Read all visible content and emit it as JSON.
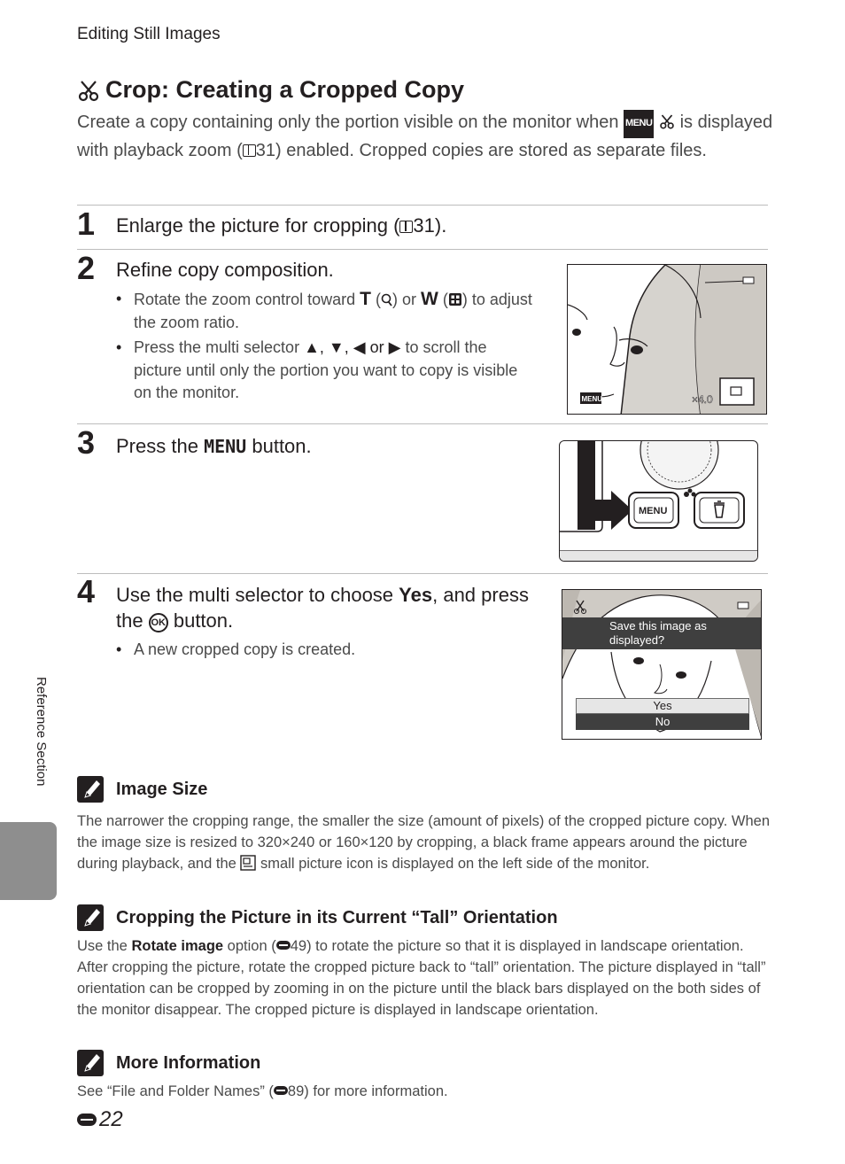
{
  "header": {
    "section": "Editing Still Images"
  },
  "title": "Crop: Creating a Cropped Copy",
  "intro": {
    "part1": "Create a copy containing only the portion visible on the monitor when",
    "part2": "is displayed with playback zoom (",
    "ref1": "31) enabled. Cropped copies are stored as separate files."
  },
  "steps": [
    {
      "num": "1",
      "text_a": "Enlarge the picture for cropping (",
      "text_b": "31)."
    },
    {
      "num": "2",
      "text": "Refine copy composition.",
      "bullets": [
        {
          "a": "Rotate the zoom control toward",
          "t": "T",
          "b": "(",
          "c": ") or",
          "w": "W",
          "d": "(",
          "e": ") to adjust the zoom ratio."
        },
        {
          "a": "Press the multi selector",
          "arrows": "▲, ▼, ◀ or ▶",
          "b": "to scroll the picture until only the portion you want to copy is visible on the monitor."
        }
      ],
      "screen": {
        "zoom": "×4.0"
      }
    },
    {
      "num": "3",
      "text_a": "Press the",
      "menu": "MENU",
      "text_b": "button.",
      "camera": {
        "menu_label": "MENU"
      }
    },
    {
      "num": "4",
      "text_a": "Use the multi selector to choose",
      "yes": "Yes",
      "text_b": ", and press the",
      "ok": "OK",
      "text_c": "button.",
      "bullets": [
        {
          "a": "A new cropped copy is created."
        }
      ],
      "dialog": {
        "question_line1": "Save this image as",
        "question_line2": "displayed?",
        "opt_yes": "Yes",
        "opt_no": "No"
      }
    }
  ],
  "side_label": "Reference Section",
  "notes": [
    {
      "title": "Image Size",
      "body": "The narrower the cropping range, the smaller the size (amount of pixels) of the cropped picture copy. When the image size is resized to 320×240 or 160×120 by cropping, a black frame appears around the picture during playback, and the",
      "body_b": "small picture icon is displayed on the left side of the monitor."
    },
    {
      "title": "Cropping the Picture in its Current “Tall” Orientation",
      "body_a": "Use the",
      "bold": "Rotate image",
      "body_b": "option (",
      "ref": "49) to rotate the picture so that it is displayed in landscape orientation. After cropping the picture, rotate the cropped picture back to “tall” orientation. The picture displayed in “tall” orientation can be cropped by zooming in on the picture until the black bars displayed on the both sides of the monitor disappear. The cropped picture is displayed in landscape orientation."
    },
    {
      "title": "More Information",
      "body_a": "See “File and Folder Names” (",
      "ref": "89) for more information."
    }
  ],
  "page_number": "22",
  "icons": {
    "crop": "scissors-icon",
    "note": "pencil-icon",
    "reference": "book-icon",
    "eref": "e-reference-icon"
  }
}
